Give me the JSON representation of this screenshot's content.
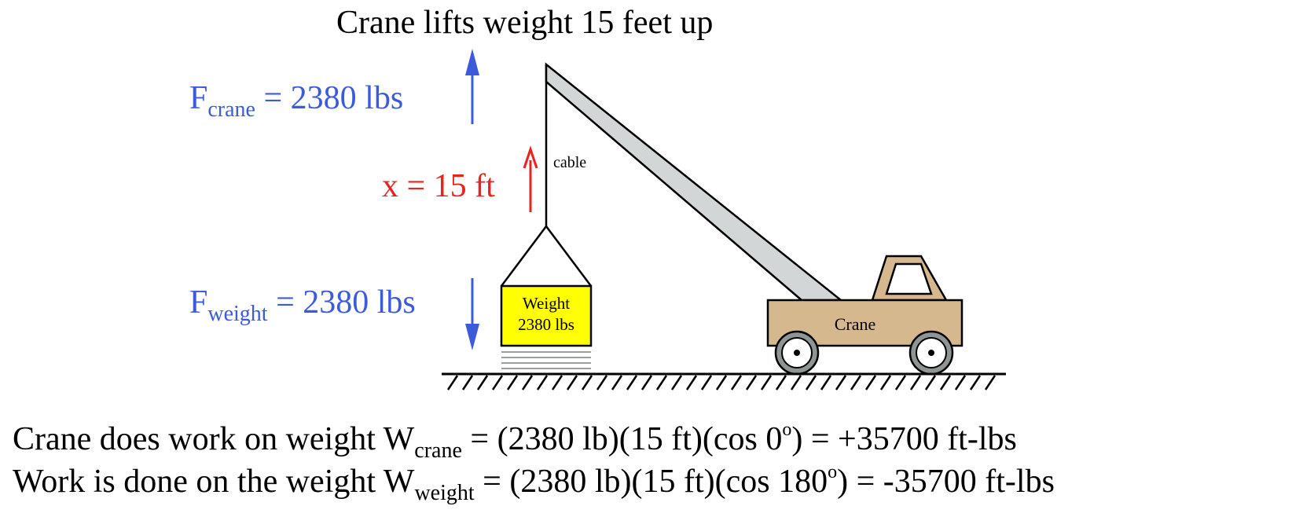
{
  "title": "Crane lifts weight 15 feet up",
  "force_crane": {
    "symbol": "F",
    "subscript": "crane",
    "value": " = 2380 lbs"
  },
  "force_weight": {
    "symbol": "F",
    "subscript": "weight",
    "value": " = 2380 lbs"
  },
  "displacement": "x = 15 ft",
  "cable_label": "cable",
  "weight_box": {
    "line1": "Weight",
    "line2": "2380 lbs"
  },
  "crane_label": "Crane",
  "equation_crane": {
    "prefix": "Crane does work on weight W",
    "subscript": "crane",
    "middle": " = (2380 lb)(15 ft)(cos 0",
    "degree": "o",
    "suffix": ") = +35700 ft-lbs"
  },
  "equation_weight": {
    "prefix": "Work is done on the weight W",
    "subscript": "weight",
    "middle": " = (2380 lb)(15 ft)(cos 180",
    "degree": "o",
    "suffix": ") = -35700 ft-lbs"
  },
  "colors": {
    "force": "#3b5bdb",
    "displacement": "#e8231f",
    "weight_fill": "#ffff00",
    "boom_fill": "#d2d6d6",
    "truck_fill": "#d6b88e",
    "wheel_fill": "#8f9595"
  }
}
